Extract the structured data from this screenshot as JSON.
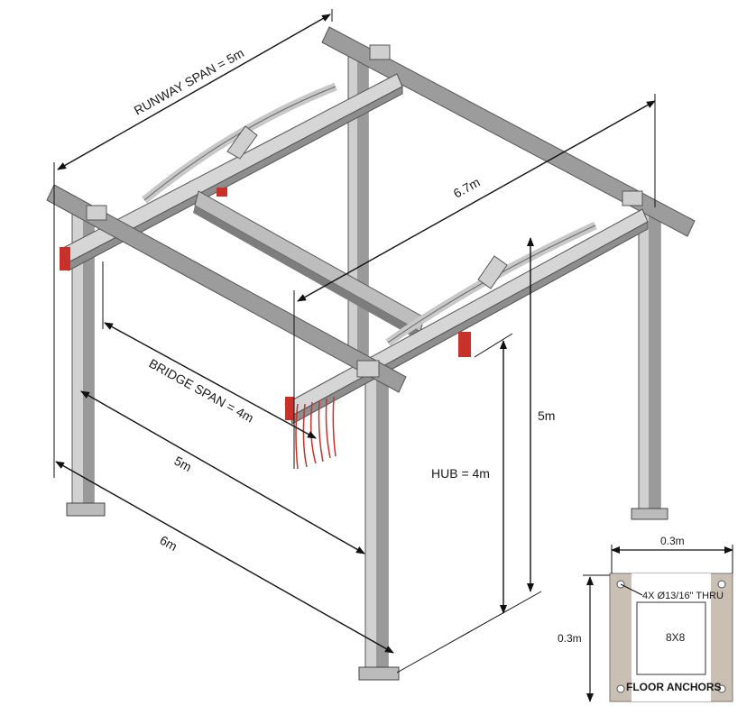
{
  "labels": {
    "runway_span": "RUNWAY SPAN = 5m",
    "diag": "6.7m",
    "bridge_span": "BRIDGE SPAN = 4m",
    "five_m_a": "5m",
    "six_m": "6m",
    "height_5m": "5m",
    "hub": "HUB = 4m"
  },
  "inset": {
    "width": "0.3m",
    "height": "0.3m",
    "holes": "4X Ø13/16\" THRU",
    "post": "8X8",
    "title": "FLOOR ANCHORS"
  },
  "colors": {
    "steel_light": "#d2d2d2",
    "steel_dark": "#8c8c8c",
    "runway_bar": "#9c9c9c",
    "accent_red": "#c8302a",
    "plate": "#c9bfb2"
  }
}
